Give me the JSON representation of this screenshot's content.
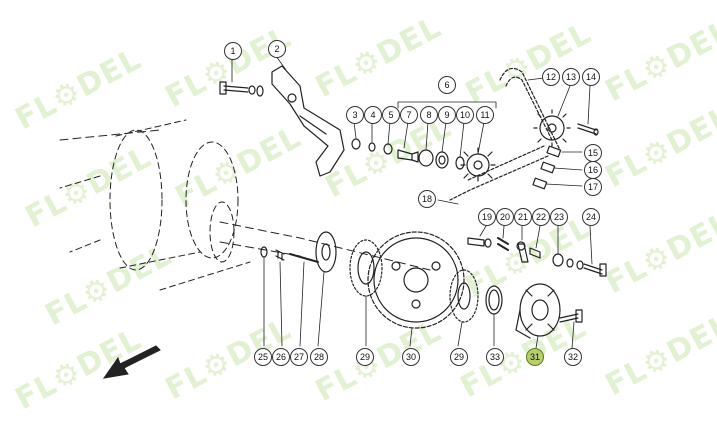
{
  "watermark": {
    "text": "FL⚙DEL",
    "color": "#96cd5a"
  },
  "callouts": {
    "c1": "1",
    "c2": "2",
    "c3": "3",
    "c4": "4",
    "c5": "5",
    "c6": "6",
    "c7": "7",
    "c8": "8",
    "c9": "9",
    "c10": "10",
    "c11": "11",
    "c12": "12",
    "c13": "13",
    "c14": "14",
    "c15": "15",
    "c16": "16",
    "c17": "17",
    "c18": "18",
    "c19": "19",
    "c20": "20",
    "c21": "21",
    "c22": "22",
    "c23": "23",
    "c24": "24",
    "c25": "25",
    "c26": "26",
    "c27": "27",
    "c28": "28",
    "c29a": "29",
    "c29b": "29",
    "c30": "30",
    "c31": "31",
    "c32": "32",
    "c33": "33"
  },
  "highlight": {
    "part": "31",
    "color": "#b7cf6a"
  },
  "icons": {
    "direction": "direction-arrow-icon"
  }
}
